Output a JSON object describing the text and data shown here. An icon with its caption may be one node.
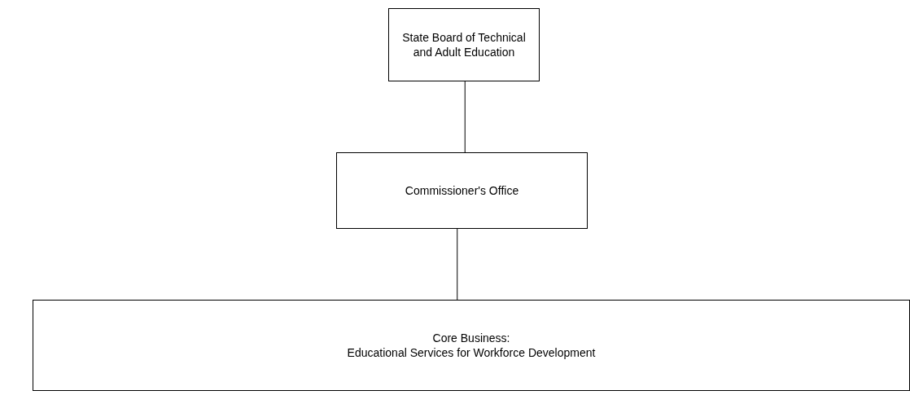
{
  "diagram": {
    "nodes": [
      {
        "text": [
          "State Board of Technical and Adult Education"
        ]
      },
      {
        "text": [
          "Commissioner's Office"
        ]
      },
      {
        "text": [
          "Core Business:",
          "Educational Services for Workforce Development"
        ]
      }
    ],
    "edges": [
      {
        "from": 0,
        "to": 1,
        "arrow": "none"
      },
      {
        "from": 1,
        "to": 2,
        "arrow": "none"
      }
    ]
  }
}
